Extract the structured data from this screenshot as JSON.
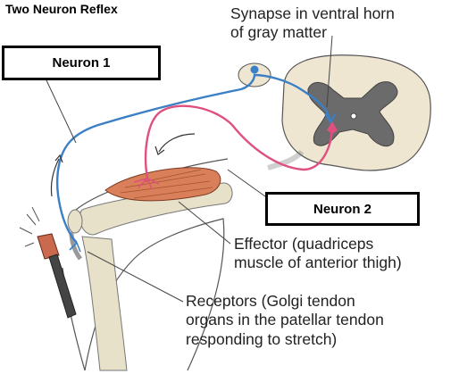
{
  "title": "Two Neuron Reflex",
  "labels": {
    "neuron1": "Neuron 1",
    "neuron2": "Neuron 2",
    "synapse_line1": "Synapse in ventral horn",
    "synapse_line2": "of gray matter",
    "effector_line1": "Effector (quadriceps",
    "effector_line2": "muscle of anterior thigh)",
    "receptors_line1": "Receptors (Golgi tendon",
    "receptors_line2": "organs in the patellar tendon",
    "receptors_line3": "responding to stretch)"
  },
  "colors": {
    "sensory_neuron": "#3b7fc4",
    "motor_neuron": "#e0507e",
    "muscle": "#d9805a",
    "gray_matter": "#6b6b6b",
    "white_matter": "#efe6d2",
    "bone": "#e6e1c8",
    "hammer": "#c96a4e"
  }
}
